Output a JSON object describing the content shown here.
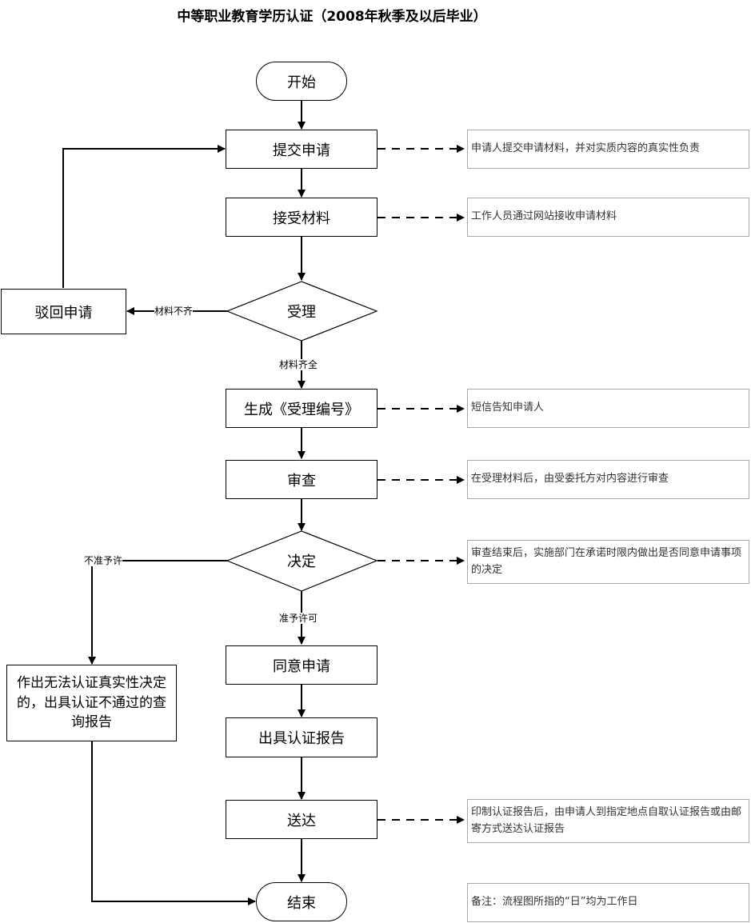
{
  "title": "中等职业教育学历认证（2008年秋季及以后毕业）",
  "nodes": {
    "start": "开始",
    "submit": "提交申请",
    "receive": "接受材料",
    "accept": "受理",
    "reject": "驳回申请",
    "generate": "生成《受理编号》",
    "review": "审查",
    "decide": "决定",
    "agree": "同意申请",
    "issue": "出具认证报告",
    "deliver": "送达",
    "end": "结束",
    "fail_report": "作出无法认证真实性决定的，出具认证不通过的查询报告"
  },
  "edge_labels": {
    "incomplete": "材料不齐",
    "complete": "材料齐全",
    "deny": "不准予许",
    "permit": "准予许可"
  },
  "notes": {
    "submit": "申请人提交申请材料，并对实质内容的真实性负责",
    "receive": "工作人员通过网站接收申请材料",
    "generate": "短信告知申请人",
    "review": "在受理材料后，由受委托方对内容进行审查",
    "decide": "审查结束后，实施部门在承诺时限内做出是否同意申请事项的决定",
    "deliver": "印制认证报告后，由申请人到指定地点自取认证报告或由邮寄方式送达认证报告",
    "remark": "备注：流程图所指的“日”均为工作日"
  }
}
